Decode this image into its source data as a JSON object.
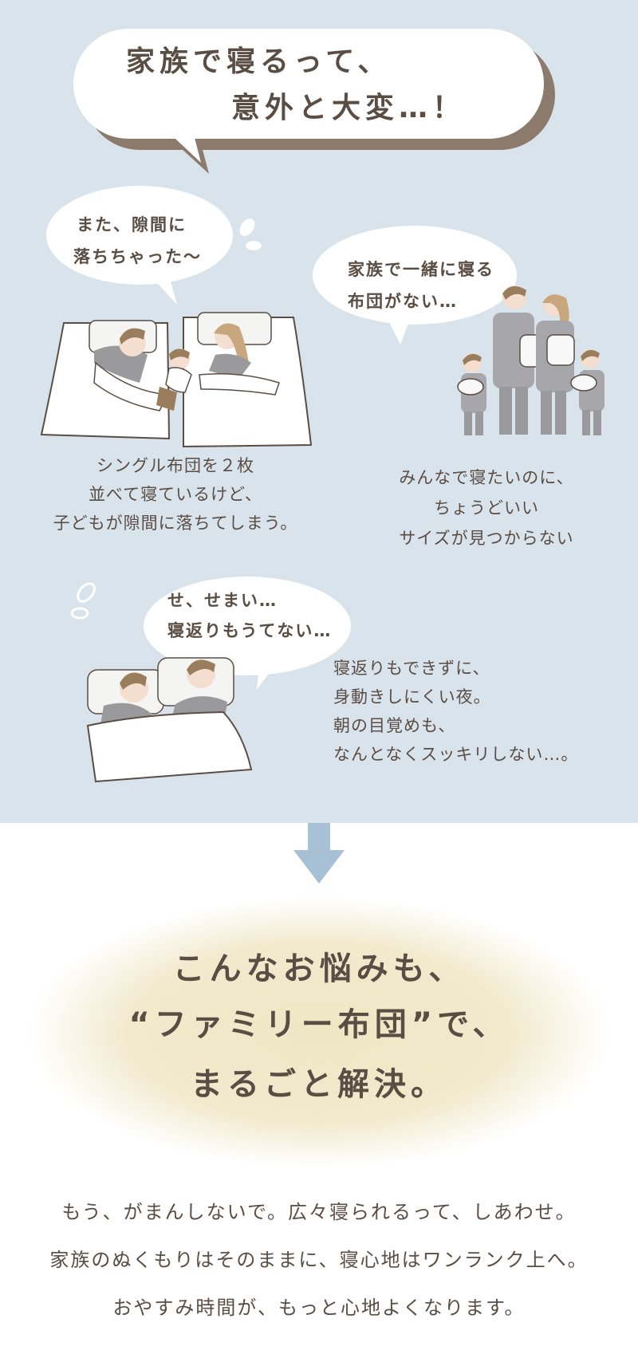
{
  "headline": {
    "line1": "家族で寝るって、",
    "line2": "意外と大変…！"
  },
  "scene1": {
    "bubble_line1": "また、隙間に",
    "bubble_line2": "落ちちゃった〜",
    "caption_line1": "シングル布団を２枚",
    "caption_line2": "並べて寝ているけど、",
    "caption_line3": "子どもが隙間に落ちてしまう。"
  },
  "scene2": {
    "bubble_line1": "家族で一緒に寝る",
    "bubble_line2": "布団がない…",
    "caption_line1": "みんなで寝たいのに、",
    "caption_line2": "ちょうどいい",
    "caption_line3": "サイズが見つからない"
  },
  "scene3": {
    "bubble_line1": "せ、せまい…",
    "bubble_line2": "寝返りもうてない…",
    "caption_line1": "寝返りもできずに、",
    "caption_line2": "身動きしにくい夜。",
    "caption_line3": "朝の目覚めも、",
    "caption_line4": "なんとなくスッキリしない…。"
  },
  "solution": {
    "line1": "こんなお悩みも、",
    "line2": "“ファミリー布団”で、",
    "line3": "まるごと解決。"
  },
  "footer": {
    "line1": "もう、がまんしないで。広々寝られるって、しあわせ。",
    "line2": "家族のぬくもりはそのままに、寝心地はワンランク上へ。",
    "line3": "おやすみ時間が、もっと心地よくなります。"
  },
  "colors": {
    "top_background": "#d9e3ec",
    "text": "#5a4d44",
    "arrow": "#a8c0d4",
    "glow": "#efe6c4",
    "bubble_shadow": "#8c7a6c"
  },
  "icons": [
    "sweat-drop-icon",
    "down-arrow-icon"
  ]
}
